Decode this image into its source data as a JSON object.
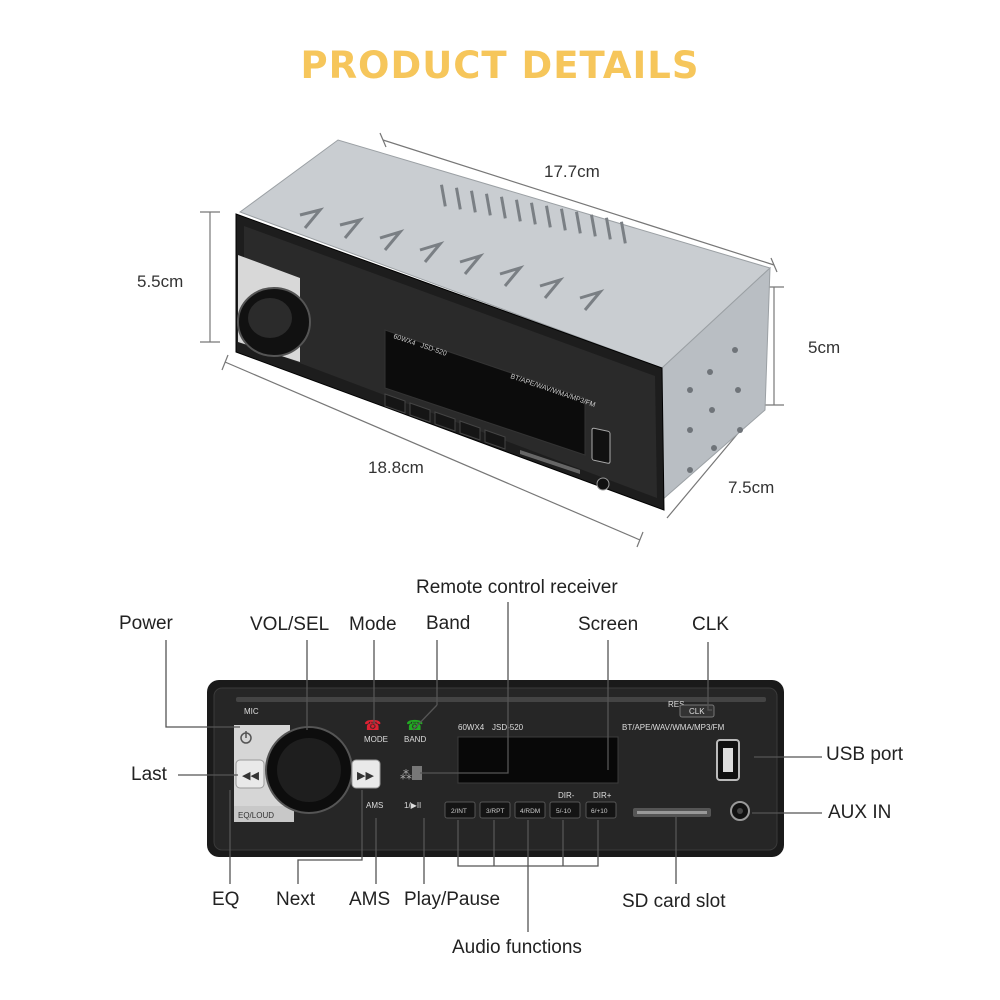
{
  "title": "PRODUCT DETAILS",
  "colors": {
    "title": "#f6c65b",
    "line": "#555555",
    "body_dark": "#1c1c1c",
    "metal": "#c8ccd0"
  },
  "dimensions": {
    "length": "17.7cm",
    "height_front": "5.5cm",
    "height_back": "5cm",
    "width_front": "18.8cm",
    "depth": "7.5cm"
  },
  "device": {
    "model": "JSD-520",
    "power_rating": "60WX4",
    "formats": "BT/APE/WAV/WMA/MP3/FM",
    "mic": "MIC",
    "res": "RES",
    "clk": "CLK",
    "mode": "MODE",
    "band": "BAND",
    "ams": "AMS",
    "play": "1/▶II",
    "eq_loud": "EQ/LOUD",
    "dir_minus": "DIR-",
    "dir_plus": "DIR+",
    "presets": [
      "2/INT",
      "3/RPT",
      "4/RDM",
      "5/-10",
      "6/+10"
    ]
  },
  "callouts": {
    "power": "Power",
    "vol_sel": "VOL/SEL",
    "mode": "Mode",
    "band": "Band",
    "remote": "Remote control receiver",
    "screen": "Screen",
    "clk": "CLK",
    "usb": "USB port",
    "aux": "AUX IN",
    "last": "Last",
    "eq": "EQ",
    "next": "Next",
    "ams": "AMS",
    "play_pause": "Play/Pause",
    "audio_functions": "Audio functions",
    "sd_card": "SD card slot"
  }
}
